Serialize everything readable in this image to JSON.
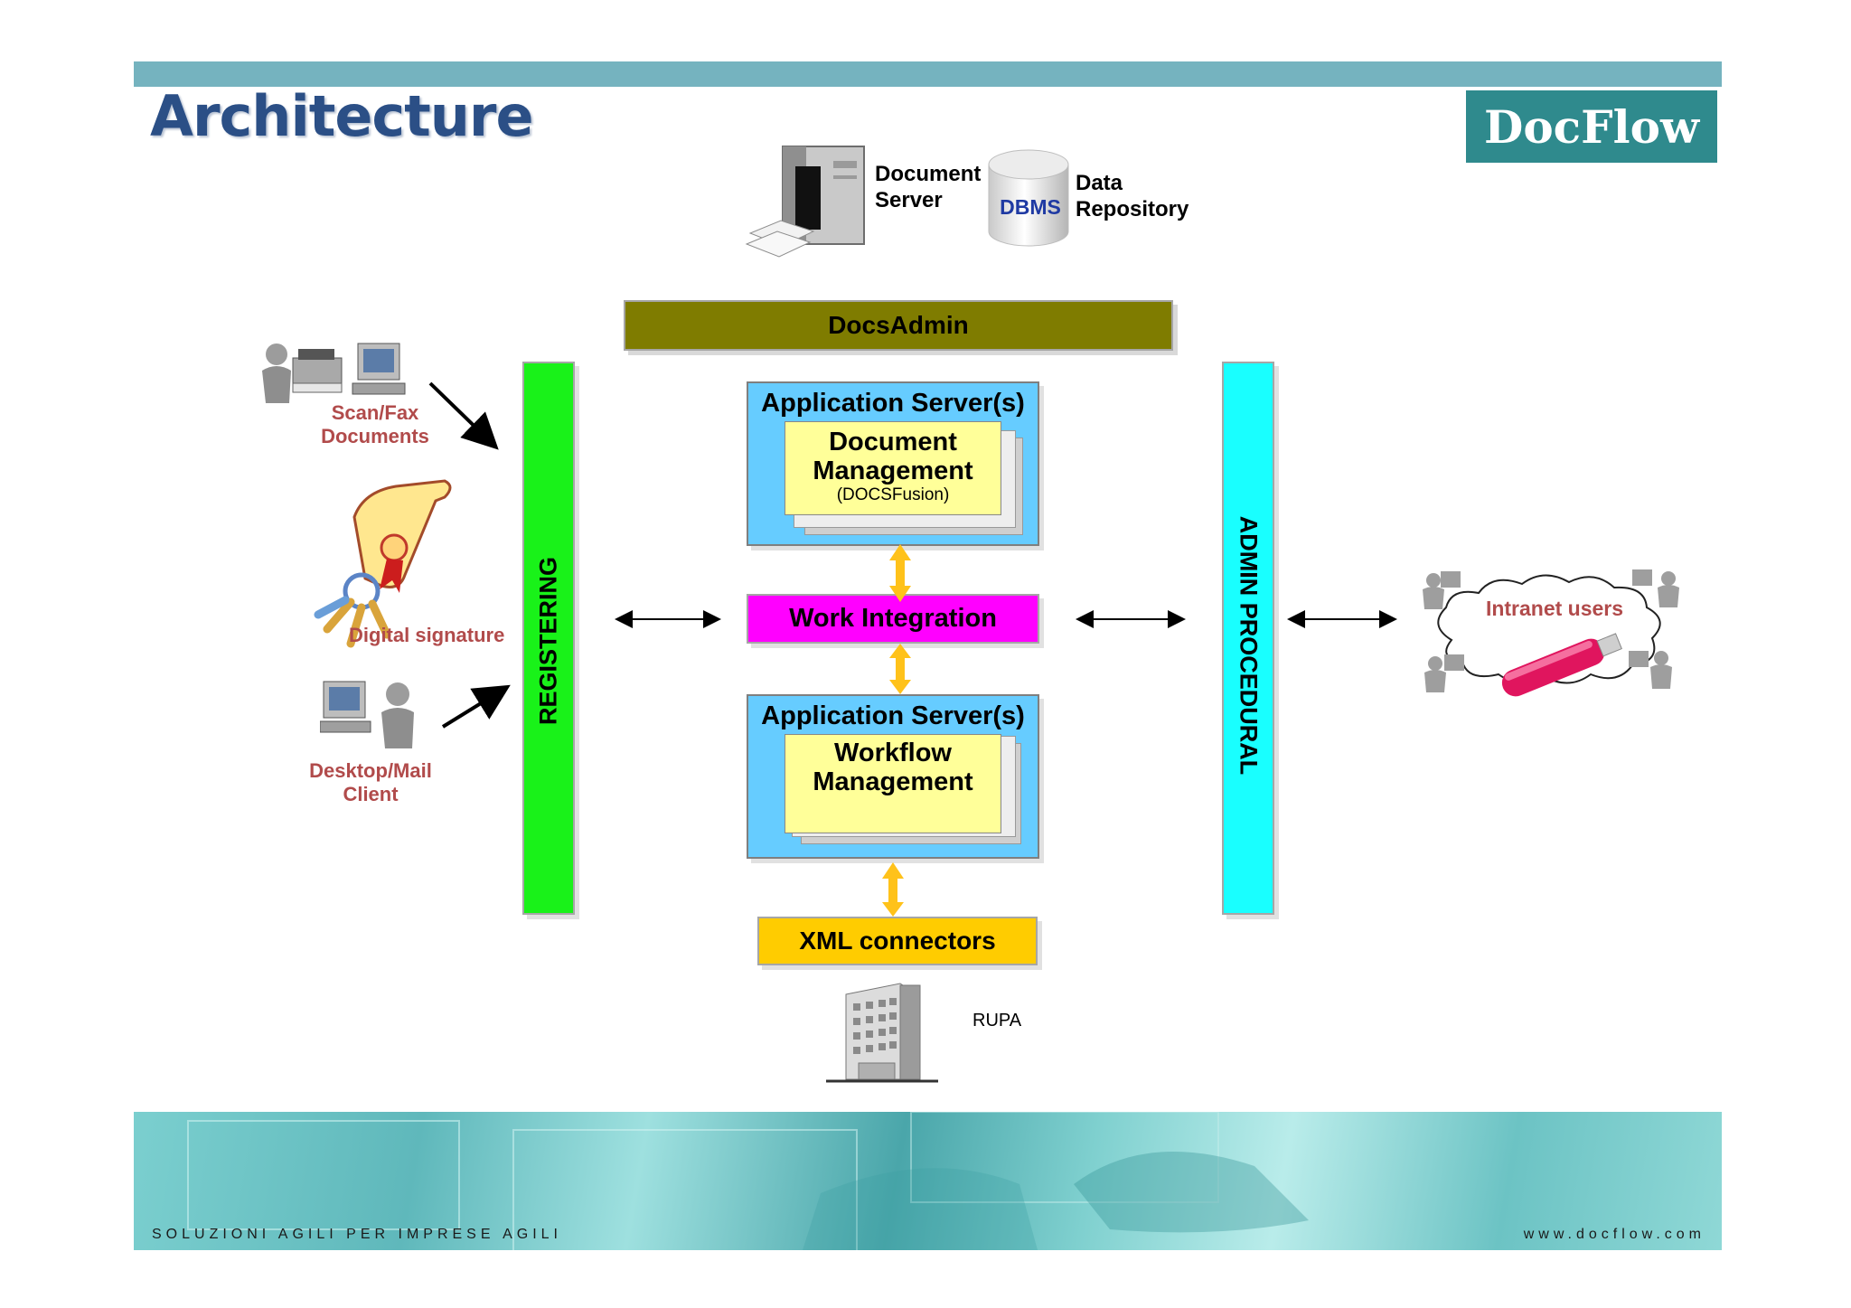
{
  "slide": {
    "title": "Architecture",
    "logo_text": "DocFlow"
  },
  "servers": {
    "document_server": "Document Server",
    "dbms": "DBMS",
    "data_repository": "Data Repository"
  },
  "blocks": {
    "docsadmin": "DocsAdmin",
    "registering": "REGISTERING",
    "admin_procedural": "ADMIN PROCEDURAL",
    "app_server_1": {
      "title": "Application Server(s)",
      "module": "Document Management",
      "sub": "(DOCSFusion)"
    },
    "work_integration": "Work Integration",
    "app_server_2": {
      "title": "Application Server(s)",
      "module": "Workflow Management"
    },
    "xml_connectors": "XML connectors",
    "rupa": "RUPA"
  },
  "inputs": {
    "scan_fax": "Scan/Fax Documents",
    "digital_signature": "Digital signature",
    "desktop_mail": "Desktop/Mail Client"
  },
  "intranet": {
    "label": "Intranet users"
  },
  "footer": {
    "tagline": "SOLUZIONI AGILI PER IMPRESE AGILI",
    "url": "www.docflow.com"
  },
  "colors": {
    "registering": "#19f219",
    "admin": "#19ffff",
    "docsadmin": "#7f7c00",
    "app_server": "#66ccff",
    "module": "#ffff99",
    "work_integration": "#ff00ff",
    "xml": "#ffcc00",
    "title": "#2b4f86",
    "logo_bg": "#2f8a8d"
  }
}
